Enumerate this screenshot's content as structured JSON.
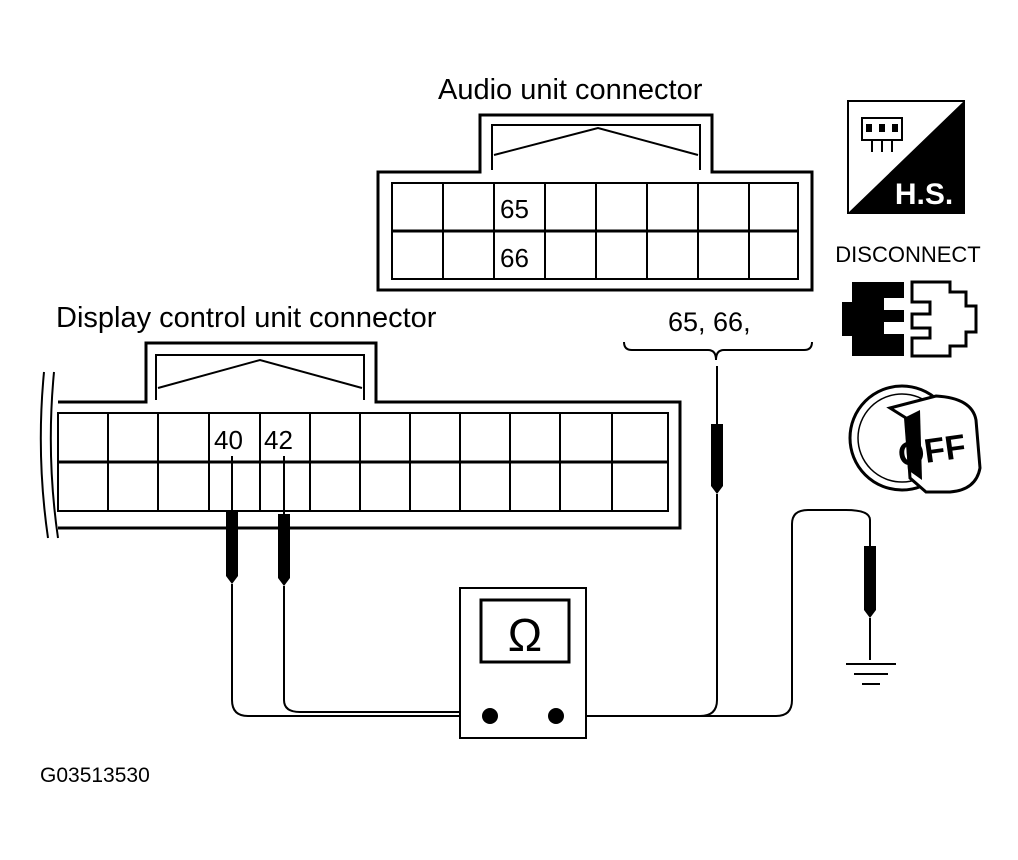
{
  "labels": {
    "audio_connector_title": "Audio unit connector",
    "display_connector_title": "Display control unit connector",
    "audio_probe_pins": "65, 66,",
    "figure_id": "G03513530"
  },
  "audio_connector": {
    "pin_top": "65",
    "pin_bottom": "66"
  },
  "display_connector": {
    "pin_a": "40",
    "pin_b": "42"
  },
  "meter": {
    "symbol": "Ω",
    "icon": "ohmmeter-icon"
  },
  "side_icons": {
    "harness_side_text": "H.S.",
    "harness_side_icon": "harness-side-icon",
    "disconnect_text": "DISCONNECT",
    "disconnect_icon": "disconnect-connector-icon",
    "ignition_text": "OFF",
    "ignition_icon": "ignition-key-off-icon"
  },
  "colors": {
    "line": "#000000",
    "background": "#ffffff"
  }
}
